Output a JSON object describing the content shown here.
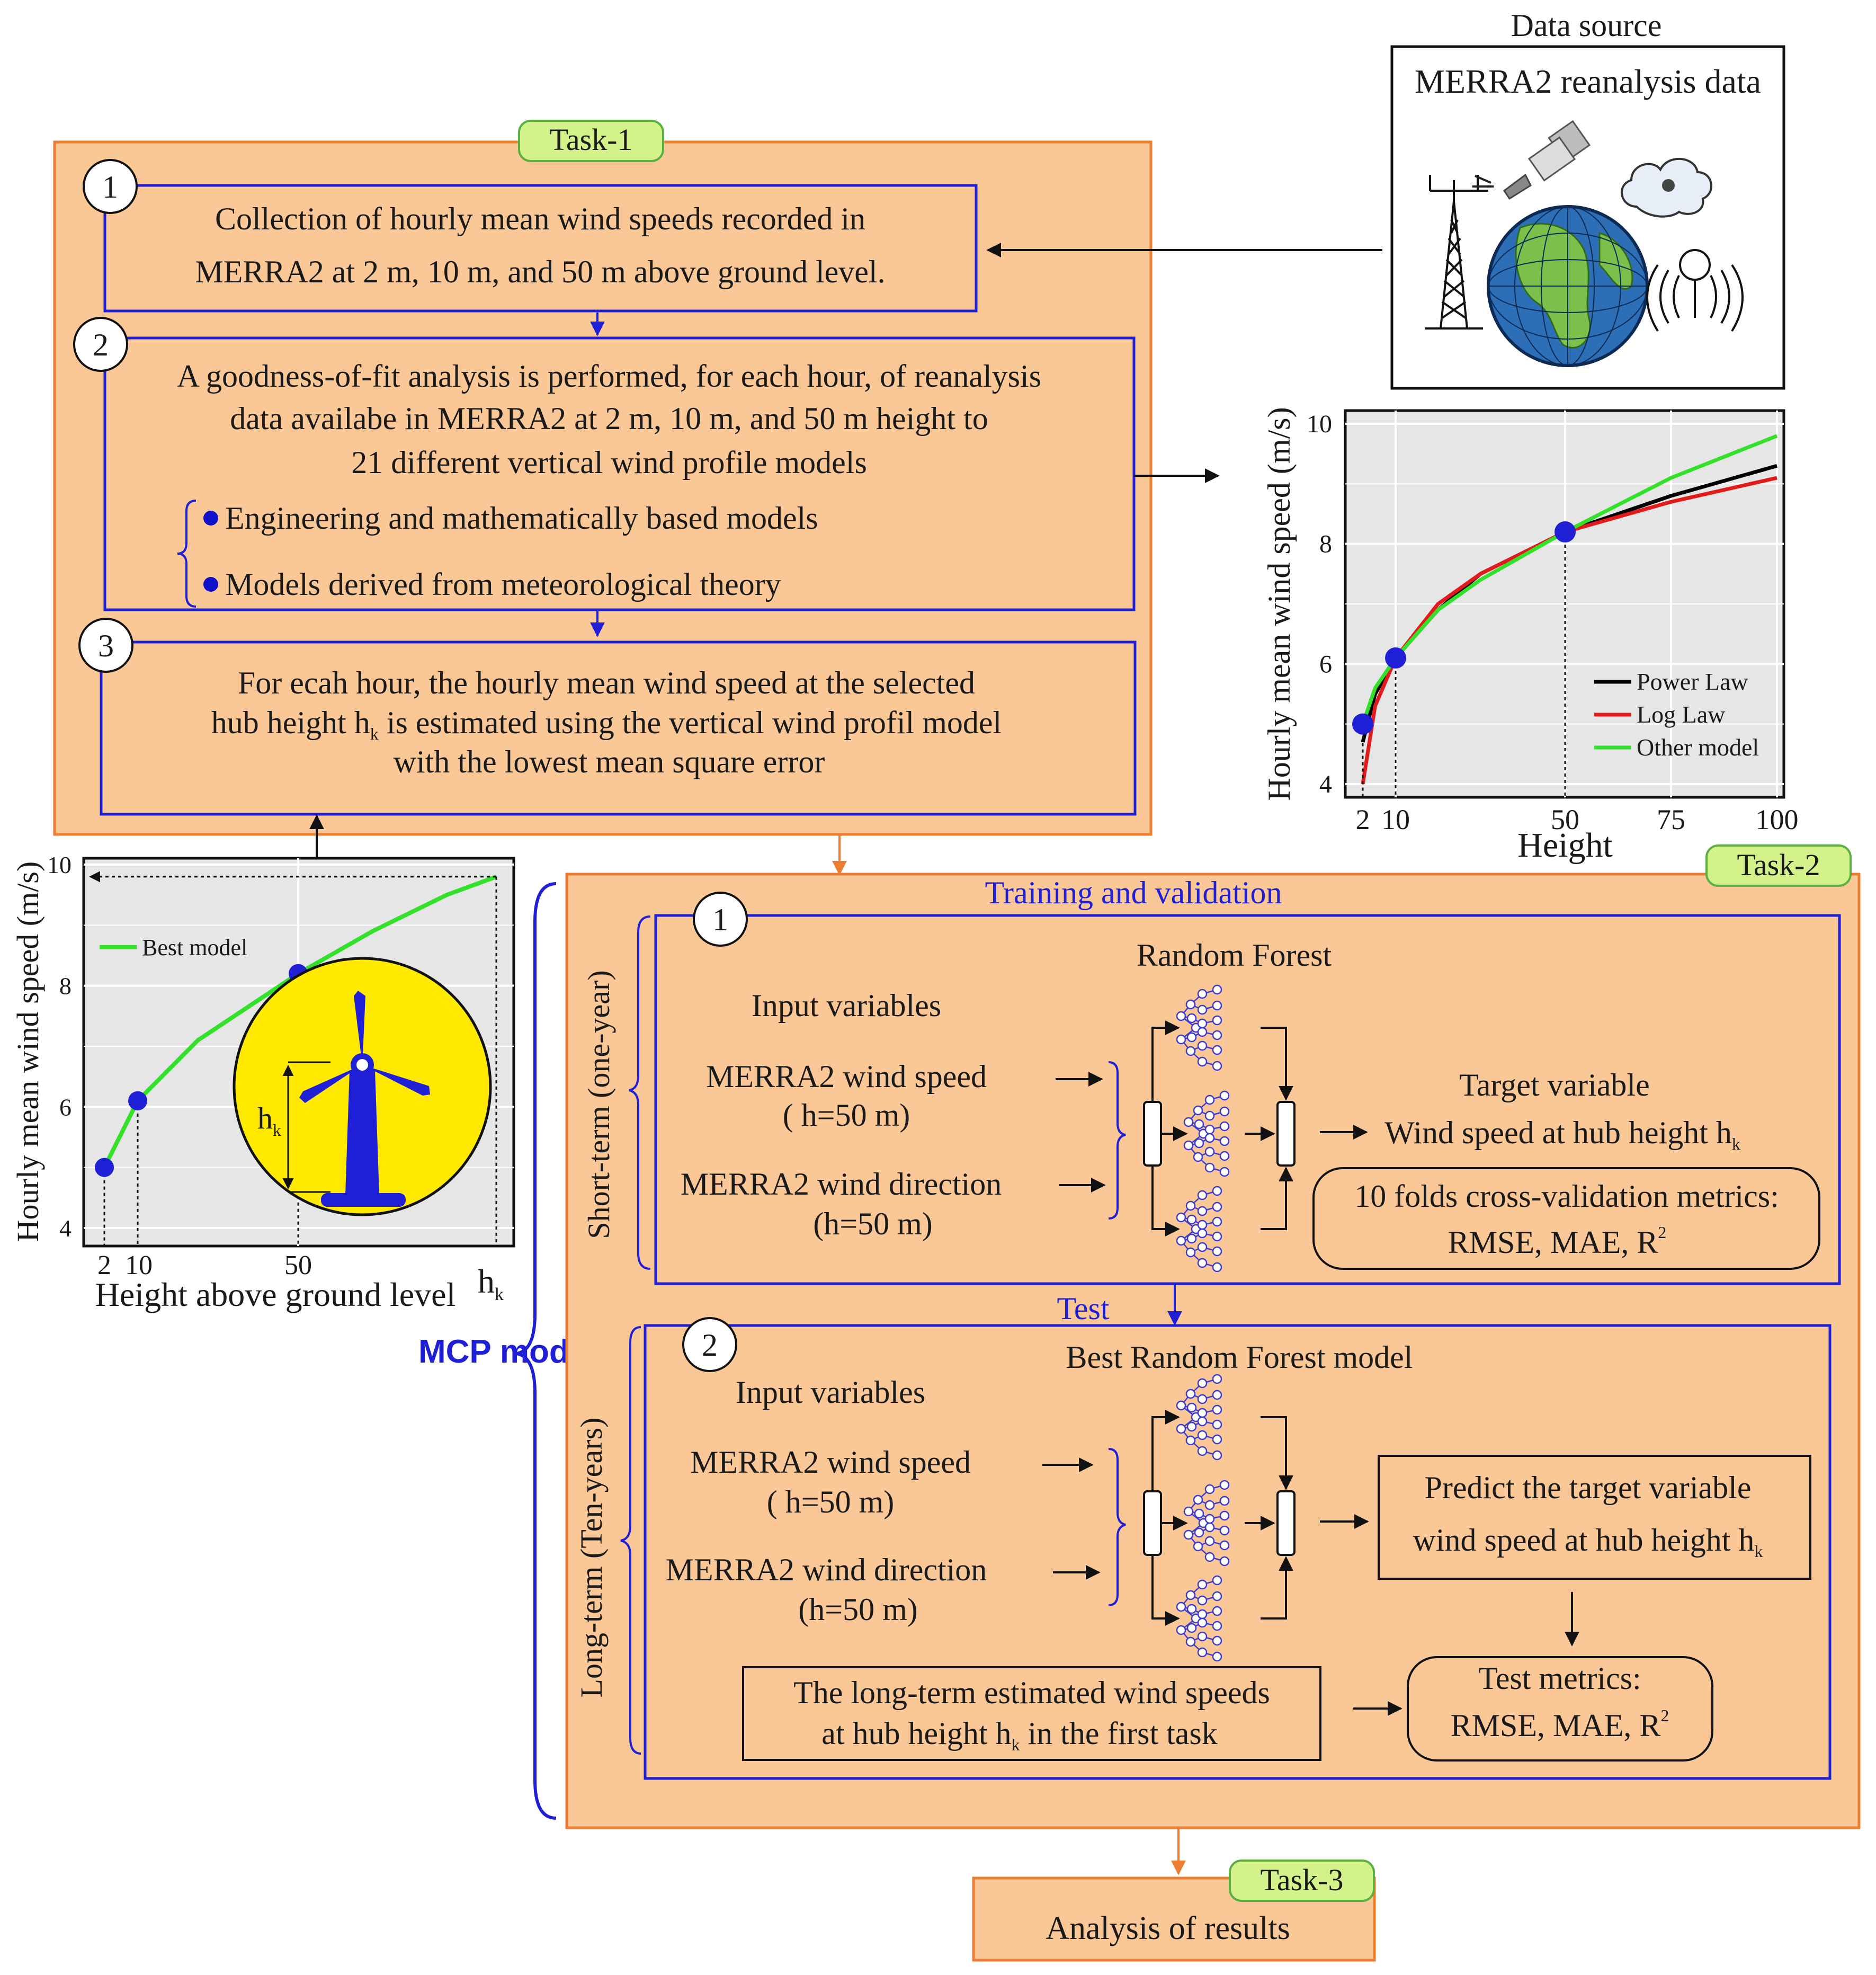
{
  "data_source": {
    "header": "Data source",
    "title": "MERRA2 reanalysis data"
  },
  "task1": {
    "tag": "Task-1",
    "step1": {
      "num": "1",
      "lines": [
        "Collection of hourly mean wind speeds recorded in",
        "MERRA2 at 2 m, 10 m, and 50 m above ground level."
      ]
    },
    "step2": {
      "num": "2",
      "lines": [
        "A goodness-of-fit analysis is performed, for each hour, of  reanalysis",
        "data  availabe in MERRA2 at 2 m, 10 m, and 50 m height to",
        "21 different vertical wind profile models"
      ],
      "bullets": [
        "Engineering and mathematically based models",
        "Models derived from meteorological theory"
      ]
    },
    "step3": {
      "num": "3",
      "line1": "For ecah hour, the hourly mean wind speed at the selected",
      "line2_pre": "hub height h",
      "line2_sub": "k",
      "line2_post": " is estimated using the vertical wind profil model",
      "line3": "with the lowest mean square error"
    }
  },
  "profile_chart": {
    "ylabel": "Hourly mean wind speed (m/s)",
    "xlabel": "Height",
    "yticks": [
      "4",
      "6",
      "8",
      "10"
    ],
    "xticks": [
      "2",
      "10",
      "50",
      "75",
      "100"
    ]
  },
  "mcp_chart": {
    "ylabel": "Hourly mean wind speed (m/s)",
    "xlabel": "Height above ground level",
    "yticks": [
      "4",
      "6",
      "8",
      "10"
    ],
    "xticks": [
      "2",
      "10",
      "50"
    ],
    "hk_main": "h",
    "hk_sub": "k",
    "legend": "Best model",
    "turbine_main": "h",
    "turbine_sub": "k"
  },
  "chart_data": [
    {
      "type": "line",
      "ylabel": "Hourly mean wind speed (m/s)",
      "xlabel": "Height",
      "xlim": [
        0,
        100
      ],
      "ylim": [
        4,
        10
      ],
      "grid": true,
      "legend_position": "bottom-right",
      "series": [
        {
          "name": "Power Law",
          "color": "#000000",
          "x": [
            2,
            5,
            10,
            20,
            30,
            50,
            75,
            100
          ],
          "values": [
            4.7,
            5.5,
            6.1,
            6.9,
            7.5,
            8.2,
            8.8,
            9.3
          ]
        },
        {
          "name": "Log Law",
          "color": "#e31a1c",
          "x": [
            2,
            5,
            10,
            20,
            30,
            50,
            75,
            100
          ],
          "values": [
            4.0,
            5.3,
            6.1,
            7.0,
            7.5,
            8.2,
            8.7,
            9.1
          ]
        },
        {
          "name": "Other model",
          "color": "#33e02a",
          "x": [
            2,
            5,
            10,
            20,
            30,
            50,
            75,
            100
          ],
          "values": [
            5.0,
            5.6,
            6.1,
            6.9,
            7.4,
            8.2,
            9.1,
            9.8
          ]
        }
      ],
      "points": {
        "x": [
          2,
          10,
          50
        ],
        "y": [
          5.0,
          6.1,
          8.2
        ]
      }
    },
    {
      "type": "line",
      "ylabel": "Hourly mean wind speed (m/s)",
      "xlabel": "Height above ground level",
      "ylim": [
        4,
        10
      ],
      "grid": true,
      "legend_position": "top-left",
      "series": [
        {
          "name": "Best model",
          "color": "#33e02a",
          "x": [
            2,
            10,
            25,
            50,
            80,
            110,
            130
          ],
          "values": [
            5.0,
            6.1,
            7.1,
            8.2,
            8.9,
            9.5,
            9.8
          ]
        }
      ],
      "points": {
        "x": [
          2,
          10,
          50,
          130
        ],
        "y": [
          5.0,
          6.1,
          8.2,
          9.8
        ]
      }
    }
  ],
  "task2": {
    "tag": "Task-2",
    "training_title": "Training and validation",
    "short_term": "Short-term (one-year)",
    "long_term": "Long-term (Ten-years)",
    "test_label": "Test",
    "mcp_label": "MCP models",
    "box1": {
      "num": "1",
      "title": "Random Forest",
      "input_title": "Input variables",
      "in1": "MERRA2 wind speed",
      "in1b": "( h=50 m)",
      "in2": "MERRA2 wind direction",
      "in2b": "(h=50 m)",
      "target_title": "Target variable",
      "target_pre": "Wind speed at hub height h",
      "target_sub": "k",
      "cv_line1": "10 folds cross-validation metrics:",
      "cv_line2": "RMSE, MAE, R",
      "cv_sup": "2"
    },
    "box2": {
      "num": "2",
      "title": "Best Random Forest model",
      "input_title": "Input variables",
      "in1": "MERRA2 wind speed",
      "in1b": "( h=50 m)",
      "in2": "MERRA2 wind direction",
      "in2b": "(h=50 m)",
      "predict1": "Predict the target variable",
      "predict2_pre": "wind speed at hub height h",
      "predict2_sub": "k",
      "longterm1": "The long-term estimated wind speeds",
      "longterm2_pre": "at hub height h",
      "longterm2_sub": "k",
      "longterm2_post": " in the first task",
      "test_title": "Test metrics:",
      "test_line": "RMSE, MAE, R",
      "test_sup": "2"
    }
  },
  "task3": {
    "tag": "Task-3",
    "label": "Analysis of results"
  }
}
